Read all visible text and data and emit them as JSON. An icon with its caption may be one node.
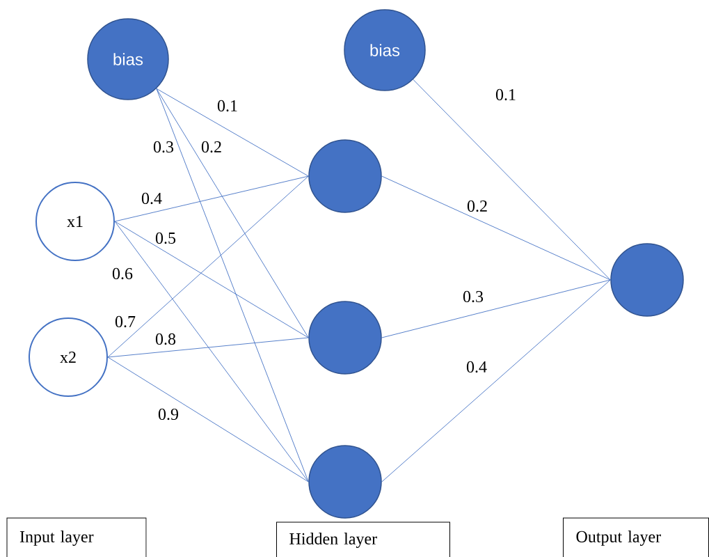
{
  "diagram": {
    "nodes": [
      {
        "text": [
          "bias"
        ]
      },
      {
        "text": [
          "bias"
        ]
      },
      {
        "text": [
          "x1"
        ]
      },
      {
        "text": [
          "x2"
        ]
      },
      {
        "text": [],
        "shape": "circle"
      },
      {
        "text": [],
        "shape": "circle"
      },
      {
        "text": [],
        "shape": "circle"
      },
      {
        "text": [],
        "shape": "circle"
      },
      {
        "text": [
          "Input layer"
        ]
      },
      {
        "text": [
          "Hidden layer"
        ]
      },
      {
        "text": [
          "Output layer"
        ]
      }
    ],
    "edges": [
      {
        "from": 0,
        "to": 4,
        "arrow": "none",
        "label": "0.1"
      },
      {
        "from": 0,
        "to": 5,
        "arrow": "none",
        "label": "0.2"
      },
      {
        "from": 0,
        "to": 6,
        "arrow": "none",
        "label": "0.3"
      },
      {
        "from": 2,
        "to": 4,
        "arrow": "none",
        "label": "0.4"
      },
      {
        "from": 2,
        "to": 5,
        "arrow": "none",
        "label": "0.5"
      },
      {
        "from": 2,
        "to": 6,
        "arrow": "none",
        "label": "0.6"
      },
      {
        "from": 3,
        "to": 4,
        "arrow": "none",
        "label": "0.7"
      },
      {
        "from": 3,
        "to": 5,
        "arrow": "none",
        "label": "0.8"
      },
      {
        "from": 3,
        "to": 6,
        "arrow": "none",
        "label": "0.9"
      },
      {
        "from": 1,
        "to": 7,
        "arrow": "none",
        "label": "0.1"
      },
      {
        "from": 4,
        "to": 7,
        "arrow": "none",
        "label": "0.2"
      },
      {
        "from": 5,
        "to": 7,
        "arrow": "none",
        "label": "0.3"
      },
      {
        "from": 6,
        "to": 7,
        "arrow": "none",
        "label": "0.4"
      }
    ]
  }
}
